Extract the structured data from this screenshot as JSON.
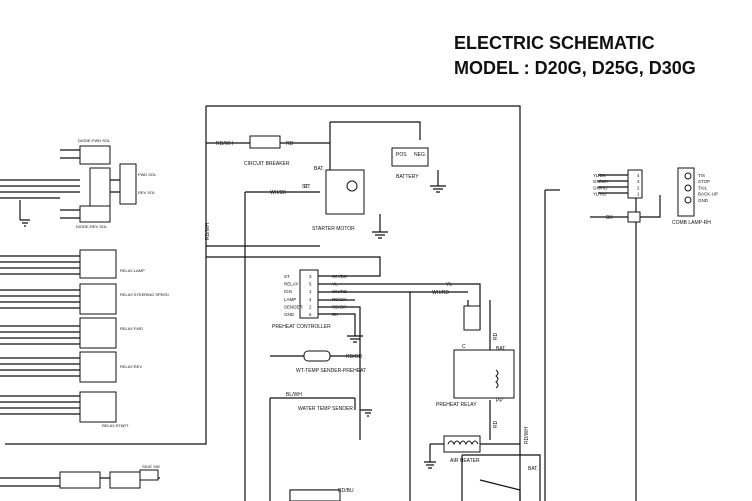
{
  "header": {
    "title_line1": "ELECTRIC SCHEMATIC",
    "title_line2": "MODEL : D20G, D25G, D30G"
  },
  "components": {
    "circuit_breaker": "CIRCUIT BREAKER",
    "starter_motor": "STARTER MOTOR",
    "battery": "BATTERY",
    "battery_pos": "POS",
    "battery_neg": "NEG",
    "bat": "BAT.",
    "st": "ST",
    "preheat_controller": "PREHEAT CONTROLLER",
    "wt_temp_sender_preheat": "WT-TEMP SENDER-PREHEAT",
    "water_temp_sender": "WATER TEMP SENDER",
    "preheat_relay": "PREHEAT RELAY",
    "air_heater": "AIR HEATER",
    "comb_lamp_rh": "COMB LAMP-RH",
    "fwd_sol": "FWD SOL",
    "rev_sol": "REV SOL",
    "diode_fwd_sol": "DIODE-FWD SOL",
    "diode_rev_sol": "DIODE-REV SOL",
    "relay_lamp": "RELAY-LAMP",
    "relay_steering": "RELAY-STEERING SPEED",
    "relay_fwd": "RELAY-FWD",
    "relay_rev": "RELAY-REV",
    "relay_start": "RELAY-START",
    "seat_sw": "SEAT SW",
    "relay_c": "C",
    "relay_pp": "PP"
  },
  "wires": {
    "rd_wh": "RD/WH",
    "rd": "RD",
    "wh_bk": "WH/BK",
    "wh_rd": "WH/RD",
    "yl": "YL",
    "rd_gn": "RD/GN",
    "rd_or": "RD/OR",
    "bk": "BK",
    "bl_wh": "BL/WH",
    "rd_bu": "RD/BU",
    "yl_bk": "YL/BK",
    "gn_wh": "GN/WH",
    "gn_rd": "GN/RD",
    "yl_rd": "YL/RD",
    "gn": "GN"
  },
  "preheat_pins": [
    {
      "name": "ST",
      "num": "3",
      "wire": "WH/BK"
    },
    {
      "name": "RELAY",
      "num": "5",
      "wire": "YL"
    },
    {
      "name": "IGN",
      "num": "1",
      "wire": "WH/RD"
    },
    {
      "name": "LAMP",
      "num": "4",
      "wire": "RD/GN"
    },
    {
      "name": "SENDER",
      "num": "2",
      "wire": "RD/OR"
    },
    {
      "name": "GND",
      "num": "6",
      "wire": "BK"
    }
  ],
  "comb_lamp_pins": [
    {
      "num": "4",
      "wire": "YL/BK",
      "func": "T/S"
    },
    {
      "num": "3",
      "wire": "GN/WH",
      "func": "STOP"
    },
    {
      "num": "2",
      "wire": "GN/RD",
      "func": "TAIL"
    },
    {
      "num": "1",
      "wire": "YL/RD",
      "func": "BACK-UP"
    },
    {
      "num": "",
      "wire": "",
      "func": "GND"
    }
  ]
}
